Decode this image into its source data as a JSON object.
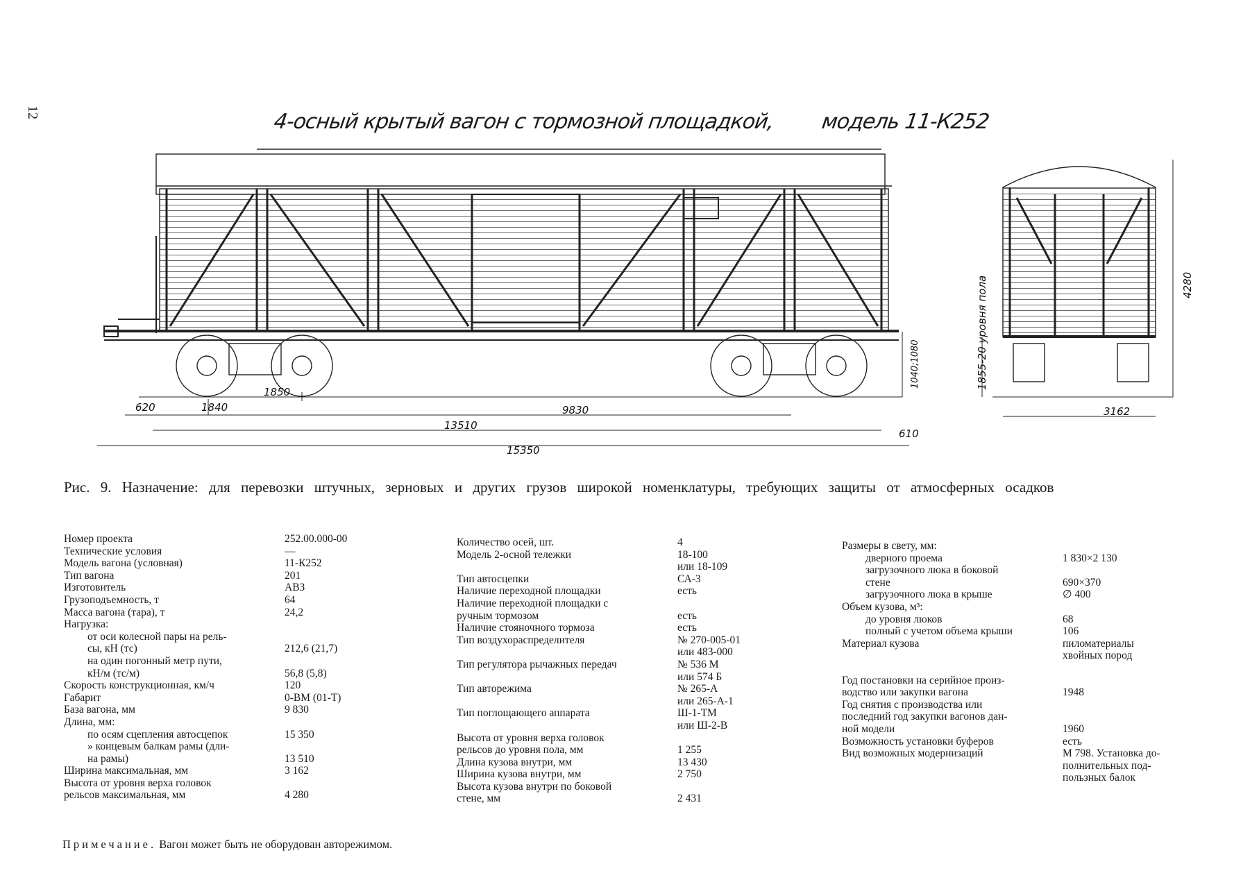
{
  "page_number": "12",
  "title": "4-осный крытый вагон с тормозной площадкой,",
  "model": "модель 11-К252",
  "dimensions": {
    "d620": "620",
    "d1840": "1840",
    "d1850": "1850",
    "d9830": "9830",
    "d13510": "13510",
    "d15350": "15350",
    "d610": "610",
    "d1040": "1040;1080",
    "d1855": "1855-20 уровня пола",
    "d4280": "4280",
    "d3162": "3162"
  },
  "caption": "Рис. 9. Назначение: для перевозки штучных, зерновых и других грузов широкой номенклатуры, требующих защиты от атмосферных осадков",
  "col1": [
    {
      "k": "Номер проекта",
      "v": "252.00.000-00"
    },
    {
      "k": "Технические условия",
      "v": "—"
    },
    {
      "k": "Модель вагона (условная)",
      "v": "11-К252"
    },
    {
      "k": "Тип вагона",
      "v": "201"
    },
    {
      "k": "Изготовитель",
      "v": "АВЗ"
    },
    {
      "k": "Грузоподъемность, т",
      "v": "64"
    },
    {
      "k": "Масса вагона (тара), т",
      "v": "24,2"
    },
    {
      "k": "Нагрузка:",
      "v": ""
    },
    {
      "k": "от оси колесной пары на рель-",
      "v": "",
      "i": true
    },
    {
      "k": "сы, кН (тс)",
      "v": "212,6 (21,7)",
      "i": true
    },
    {
      "k": "на один погонный метр пути,",
      "v": "",
      "i": true
    },
    {
      "k": "кН/м (тс/м)",
      "v": "56,8 (5,8)",
      "i": true
    },
    {
      "k": "Скорость конструкционная, км/ч",
      "v": "120"
    },
    {
      "k": "Габарит",
      "v": "0-ВМ (01-Т)"
    },
    {
      "k": "База вагона, мм",
      "v": "9 830"
    },
    {
      "k": "Длина, мм:",
      "v": ""
    },
    {
      "k": "по осям сцепления автосцепок",
      "v": "15 350",
      "i": true
    },
    {
      "k": "» концевым балкам рамы (дли-",
      "v": "",
      "i": true
    },
    {
      "k": "на рамы)",
      "v": "13 510",
      "i": true
    },
    {
      "k": "Ширина максимальная, мм",
      "v": "3 162"
    },
    {
      "k": "Высота от уровня верха головок",
      "v": ""
    },
    {
      "k": "рельсов максимальная, мм",
      "v": "4 280"
    }
  ],
  "col2": [
    {
      "k": "Количество осей, шт.",
      "v": "4"
    },
    {
      "k": "Модель 2-осной тележки",
      "v": "18-100"
    },
    {
      "k": "",
      "v": "или 18-109"
    },
    {
      "k": "Тип автосцепки",
      "v": "СА-3"
    },
    {
      "k": "Наличие переходной площадки",
      "v": "есть"
    },
    {
      "k": "Наличие переходной площадки с",
      "v": ""
    },
    {
      "k": "ручным тормозом",
      "v": "есть"
    },
    {
      "k": "Наличие стояночного тормоза",
      "v": "есть"
    },
    {
      "k": "Тип воздухораспределителя",
      "v": "№ 270-005-01"
    },
    {
      "k": "",
      "v": "или 483-000"
    },
    {
      "k": "Тип регулятора рычажных передач",
      "v": "№ 536 М"
    },
    {
      "k": "",
      "v": "или 574 Б"
    },
    {
      "k": "Тип авторежима",
      "v": "№ 265-А"
    },
    {
      "k": "",
      "v": "или 265-А-1"
    },
    {
      "k": "Тип поглощающего аппарата",
      "v": "Ш-1-ТМ"
    },
    {
      "k": "",
      "v": "или Ш-2-В"
    },
    {
      "k": "Высота от уровня верха головок",
      "v": ""
    },
    {
      "k": "рельсов до уровня пола, мм",
      "v": "1 255"
    },
    {
      "k": "Длина кузова внутри, мм",
      "v": "13 430"
    },
    {
      "k": "Ширина кузова внутри, мм",
      "v": "2 750"
    },
    {
      "k": "Высота кузова внутри по боковой",
      "v": ""
    },
    {
      "k": "стене, мм",
      "v": "2 431"
    }
  ],
  "col3": [
    {
      "k": "Размеры в свету, мм:",
      "v": ""
    },
    {
      "k": "дверного проема",
      "v": "1 830×2 130",
      "i": true
    },
    {
      "k": "загрузочного люка в боковой",
      "v": "",
      "i": true
    },
    {
      "k": "стене",
      "v": "690×370",
      "i": true
    },
    {
      "k": "загрузочного люка в крыше",
      "v": "∅ 400",
      "i": true
    },
    {
      "k": "Объем кузова, м³:",
      "v": ""
    },
    {
      "k": "до уровня люков",
      "v": "68",
      "i": true
    },
    {
      "k": "полный с учетом объема крыши",
      "v": "106",
      "i": true
    },
    {
      "k": "Материал кузова",
      "v": "пиломатериалы"
    },
    {
      "k": "",
      "v": "хвойных пород"
    },
    {
      "k": "",
      "v": ""
    },
    {
      "k": "Год постановки на серийное произ-",
      "v": ""
    },
    {
      "k": "водство или закупки вагона",
      "v": "1948"
    },
    {
      "k": "Год снятия с производства или",
      "v": ""
    },
    {
      "k": "последний год закупки вагонов дан-",
      "v": ""
    },
    {
      "k": "ной модели",
      "v": "1960"
    },
    {
      "k": "Возможность установки буферов",
      "v": "есть"
    },
    {
      "k": "Вид возможных модернизаций",
      "v": "М 798. Установка до-"
    },
    {
      "k": "",
      "v": "полнительных под-"
    },
    {
      "k": "",
      "v": "пользных балок"
    }
  ],
  "note_label": "Примечание.",
  "note_text": " Вагон может быть не оборудован авторежимом."
}
